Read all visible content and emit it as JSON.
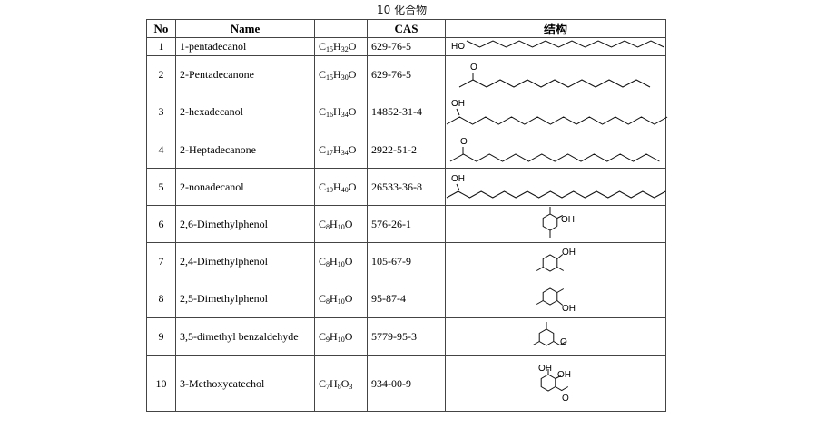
{
  "caption": "10 化合物",
  "headers": {
    "no": "No",
    "name": "Name",
    "formula": "",
    "cas": "CAS",
    "structure": "结构"
  },
  "rows": [
    {
      "no": "1",
      "name": "1-pentadecanol",
      "formula": [
        "C",
        "15",
        "H",
        "32",
        "O",
        ""
      ],
      "cas": "629-76-5"
    },
    {
      "no": "2",
      "name": "2-Pentadecanone",
      "formula": [
        "C",
        "15",
        "H",
        "30",
        "O",
        ""
      ],
      "cas": "629-76-5"
    },
    {
      "no": "3",
      "name": "2-hexadecanol",
      "formula": [
        "C",
        "16",
        "H",
        "34",
        "O",
        ""
      ],
      "cas": "14852-31-4"
    },
    {
      "no": "4",
      "name": "2-Heptadecanone",
      "formula": [
        "C",
        "17",
        "H",
        "34",
        "O",
        ""
      ],
      "cas": "2922-51-2"
    },
    {
      "no": "5",
      "name": "2-nonadecanol",
      "formula": [
        "C",
        "19",
        "H",
        "40",
        "O",
        ""
      ],
      "cas": "26533-36-8"
    },
    {
      "no": "6",
      "name": "2,6-Dimethylphenol",
      "formula": [
        "C",
        "8",
        "H",
        "10",
        "O",
        ""
      ],
      "cas": "576-26-1"
    },
    {
      "no": "7",
      "name": "2,4-Dimethylphenol",
      "formula": [
        "C",
        "8",
        "H",
        "10",
        "O",
        ""
      ],
      "cas": "105-67-9"
    },
    {
      "no": "8",
      "name": "2,5-Dimethylphenol",
      "formula": [
        "C",
        "8",
        "H",
        "10",
        "O",
        ""
      ],
      "cas": "95-87-4"
    },
    {
      "no": "9",
      "name": "3,5-dimethyl benzaldehyde",
      "formula": [
        "C",
        "9",
        "H",
        "10",
        "O",
        ""
      ],
      "cas": "5779-95-3"
    },
    {
      "no": "10",
      "name": "3-Methoxycatechol",
      "formula": [
        "C",
        "7",
        "H",
        "8",
        "O",
        "3"
      ],
      "cas": "934-00-9"
    }
  ],
  "labels": {
    "ho": "HO",
    "oh": "OH",
    "o": "O"
  }
}
